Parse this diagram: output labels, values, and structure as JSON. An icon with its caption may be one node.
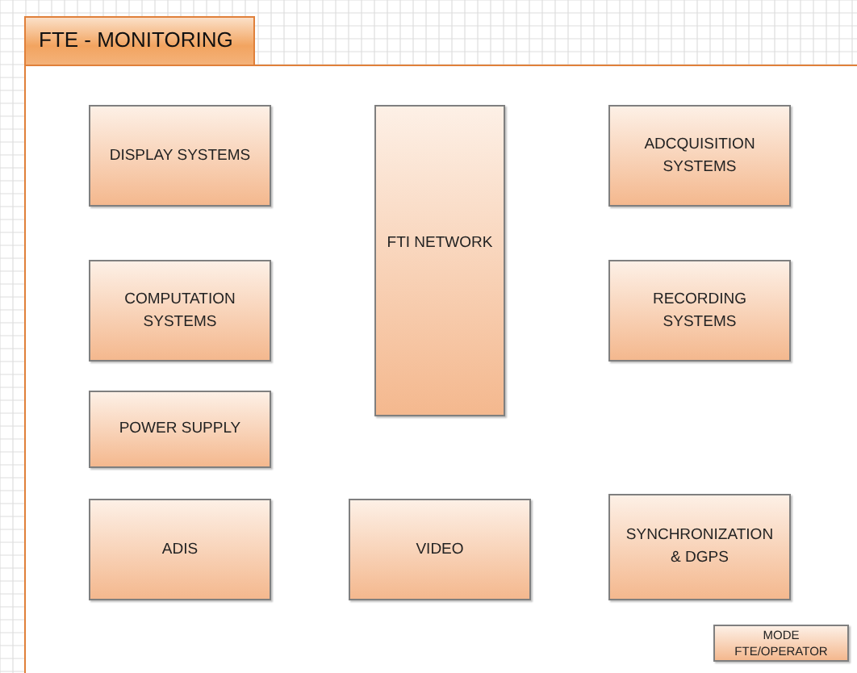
{
  "diagram": {
    "nodes": [
      {
        "text": [
          "FTE - MONITORING"
        ]
      },
      {
        "text": [
          "DISPLAY SYSTEMS"
        ],
        "in": 0
      },
      {
        "text": [
          "FTI NETWORK"
        ],
        "in": 0
      },
      {
        "text": [
          "ADCQUISITION SYSTEMS"
        ],
        "in": 0
      },
      {
        "text": [
          "COMPUTATION SYSTEMS"
        ],
        "in": 0
      },
      {
        "text": [
          "RECORDING SYSTEMS"
        ],
        "in": 0
      },
      {
        "text": [
          "POWER SUPPLY"
        ],
        "in": 0
      },
      {
        "text": [
          "ADIS"
        ],
        "in": 0
      },
      {
        "text": [
          "VIDEO"
        ],
        "in": 0
      },
      {
        "text": [
          "SYNCHRONIZATION & DGPS"
        ],
        "in": 0
      },
      {
        "text": [
          "MODE FTE/OPERATOR"
        ],
        "in": 0
      }
    ]
  }
}
